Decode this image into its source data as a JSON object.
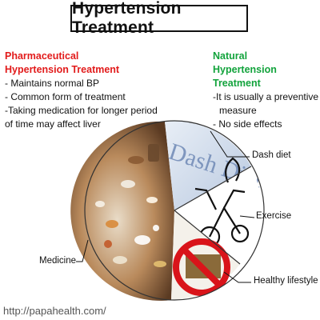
{
  "title": "Hypertension Treatment",
  "pharmaceutical": {
    "heading_line1": "Pharmaceutical",
    "heading_line2": "Hypertension Treatment",
    "points": [
      "- Maintains normal BP",
      "- Common form of treatment",
      "-Taking medication for longer period of time may affect liver"
    ]
  },
  "natural": {
    "heading_line1": "Natural",
    "heading_line2": "Hypertension Treatment",
    "points": [
      "-It is usually a preventive",
      "measure",
      "- No side effects"
    ]
  },
  "pie_labels": {
    "dash_diet": "Dash diet",
    "exercise": "Exercise",
    "healthy_lifestyle": "Healthy lifestyle",
    "medicine": "Medicine"
  },
  "pie_art_text": "Dash Diet",
  "watermark": "http://papahealth.com/",
  "colors": {
    "pharma_heading": "#e21b1b",
    "natural_heading": "#12a33c",
    "no_sign": "#d9141a"
  }
}
